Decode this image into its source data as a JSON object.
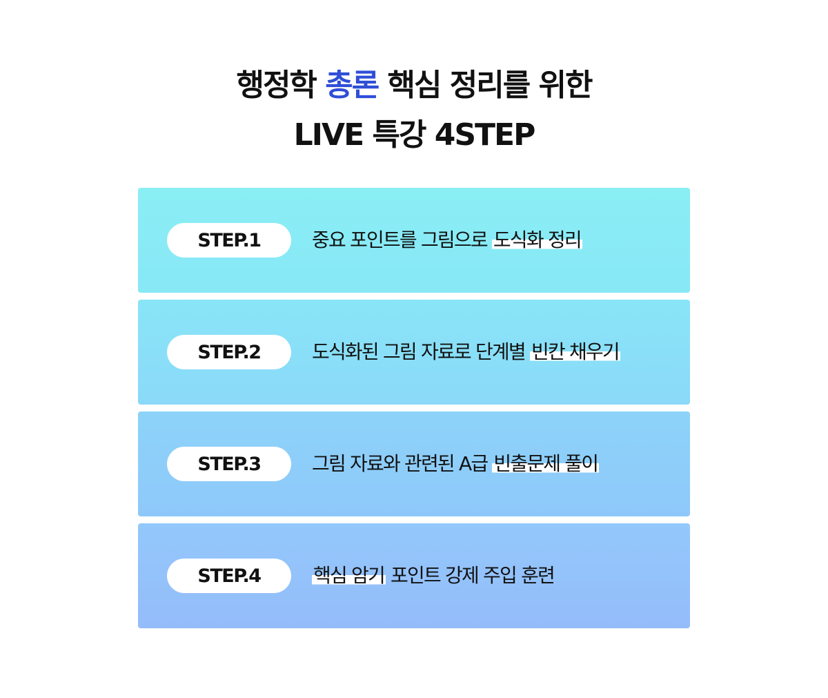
{
  "title": {
    "line1_pre": "행정학 ",
    "line1_accent": "총론",
    "line1_post": " 핵심 정리를 위한",
    "line2": "LIVE 특강 4STEP"
  },
  "colors": {
    "accent": "#2f4fd6",
    "text": "#111111",
    "pill_bg": "#ffffff",
    "step1_bg": "#8aeef5",
    "step2_bg": "#89e2f7",
    "step3_bg": "#8dcff9",
    "step4_bg": "#93c3fb"
  },
  "steps": [
    {
      "label": "STEP.1",
      "text": "중요 포인트를 그림으로 ",
      "highlight": "도식화 정리",
      "after": ""
    },
    {
      "label": "STEP.2",
      "text": "도식화된 그림 자료로 단계별 ",
      "highlight": "빈칸 채우기",
      "after": ""
    },
    {
      "label": "STEP.3",
      "text": "그림 자료와 관련된 A급 ",
      "highlight": "빈출문제 풀이",
      "after": ""
    },
    {
      "label": "STEP.4",
      "text": "",
      "highlight": "핵심 암기",
      "after": " 포인트 강제 주입 훈련"
    }
  ]
}
